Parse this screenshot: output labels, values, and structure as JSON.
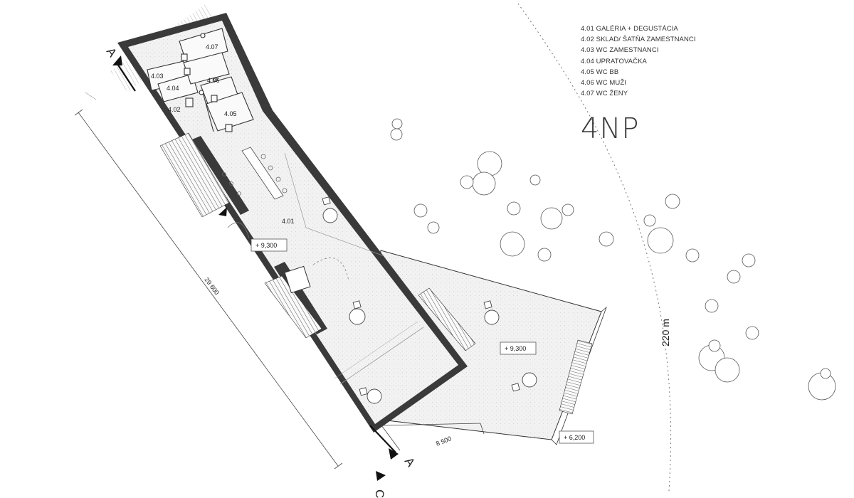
{
  "legend": [
    "4.01 GALÉRIA + DEGUSTÁCIA",
    "4.02 SKLAD/ ŠATŇA ZAMESTNANCI",
    "4.03 WC ZAMESTNANCI",
    "4.04  UPRATOVAČKA",
    "4.05 WC BB",
    "4.06 WC MUŽI",
    "4.07 WC ŽENY"
  ],
  "floor_title": "4NP",
  "rooms": {
    "r401": "4.01",
    "r402": "4.02",
    "r403": "4.03",
    "r404": "4.04",
    "r405": "4.05",
    "r406": "4.06",
    "r407": "4.07"
  },
  "levels": {
    "gallery": "+ 9,300",
    "terrace": "+ 9,300",
    "lower": "+ 6,200"
  },
  "dimensions": {
    "length": "29 600",
    "width": "8 500",
    "contour": "220 m"
  },
  "section_marks": {
    "top": "A",
    "bottom": "A",
    "partial": "C"
  }
}
